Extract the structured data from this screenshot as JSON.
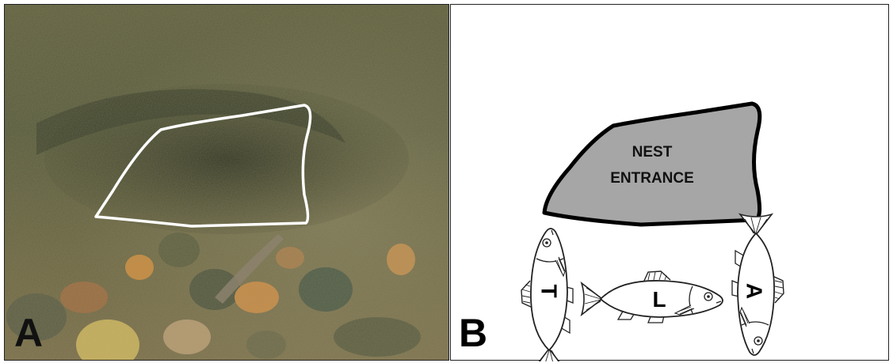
{
  "panels": {
    "a": {
      "label": "A",
      "colors": {
        "outline": "#ffffff",
        "water": "#5b5a35"
      }
    },
    "b": {
      "label": "B",
      "nest_label_line1": "NEST",
      "nest_label_line2": "ENTRANCE",
      "fish_labels": [
        "T",
        "L",
        "A"
      ],
      "colors": {
        "nest_fill": "#a6a6a6",
        "nest_stroke": "#000000"
      }
    }
  }
}
